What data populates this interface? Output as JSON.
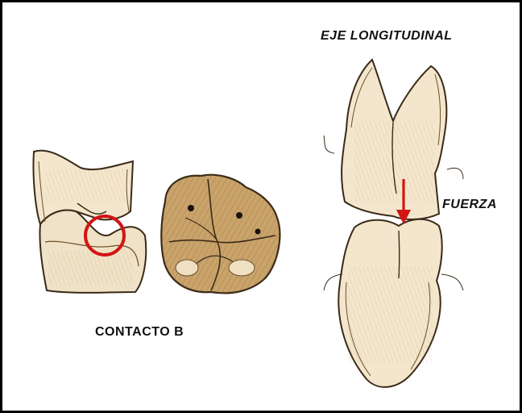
{
  "labels": {
    "eje_longitudinal": "EJE LONGITUDINAL",
    "fuerza": "FUERZA",
    "contacto": "CONTACTO B"
  },
  "colors": {
    "ink": "#3a2a18",
    "tooth_shade": "#c9a36a",
    "highlight_red": "#d21414",
    "border": "#000000"
  }
}
